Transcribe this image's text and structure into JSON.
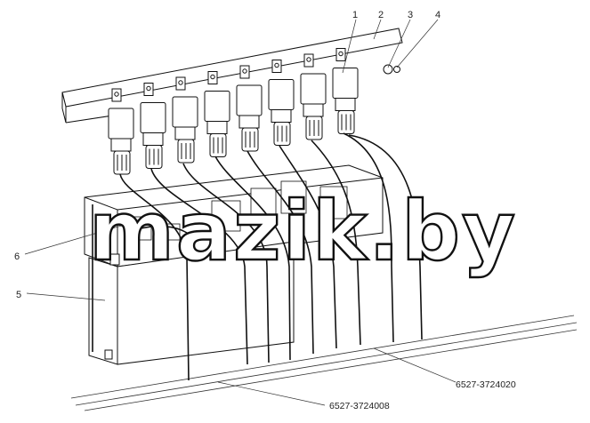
{
  "diagram": {
    "callouts": [
      "1",
      "2",
      "3",
      "4",
      "5",
      "6"
    ],
    "part_numbers": {
      "upper": "6527-3724020",
      "lower": "6527-3724008"
    },
    "watermark": "mazik.by"
  },
  "colors": {
    "line": "#111111",
    "background": "#ffffff"
  }
}
